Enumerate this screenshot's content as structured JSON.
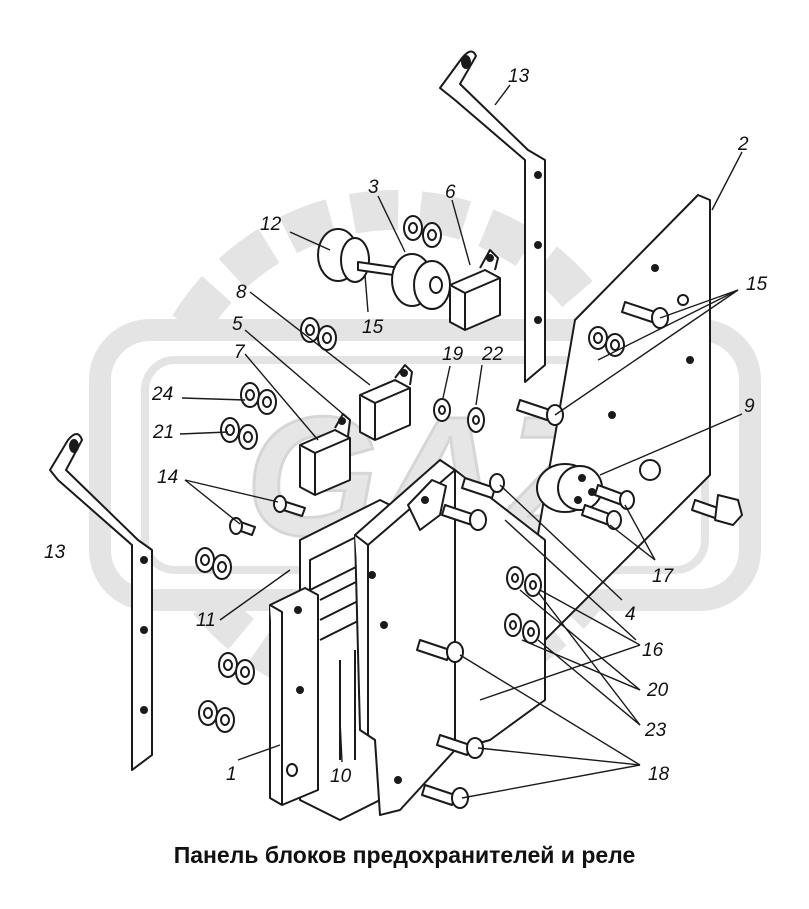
{
  "caption": "Панель блоков предохранителей и реле",
  "watermark_text": "GAZ",
  "callouts": [
    "13",
    "2",
    "3",
    "6",
    "12",
    "15",
    "8",
    "5",
    "15",
    "19",
    "22",
    "7",
    "24",
    "21",
    "9",
    "14",
    "13",
    "17",
    "11",
    "4",
    "16",
    "20",
    "23",
    "1",
    "10",
    "18"
  ],
  "colors": {
    "line": "#1a1a1a",
    "watermark": "#e6e6e6",
    "part_fill": "#ffffff"
  }
}
